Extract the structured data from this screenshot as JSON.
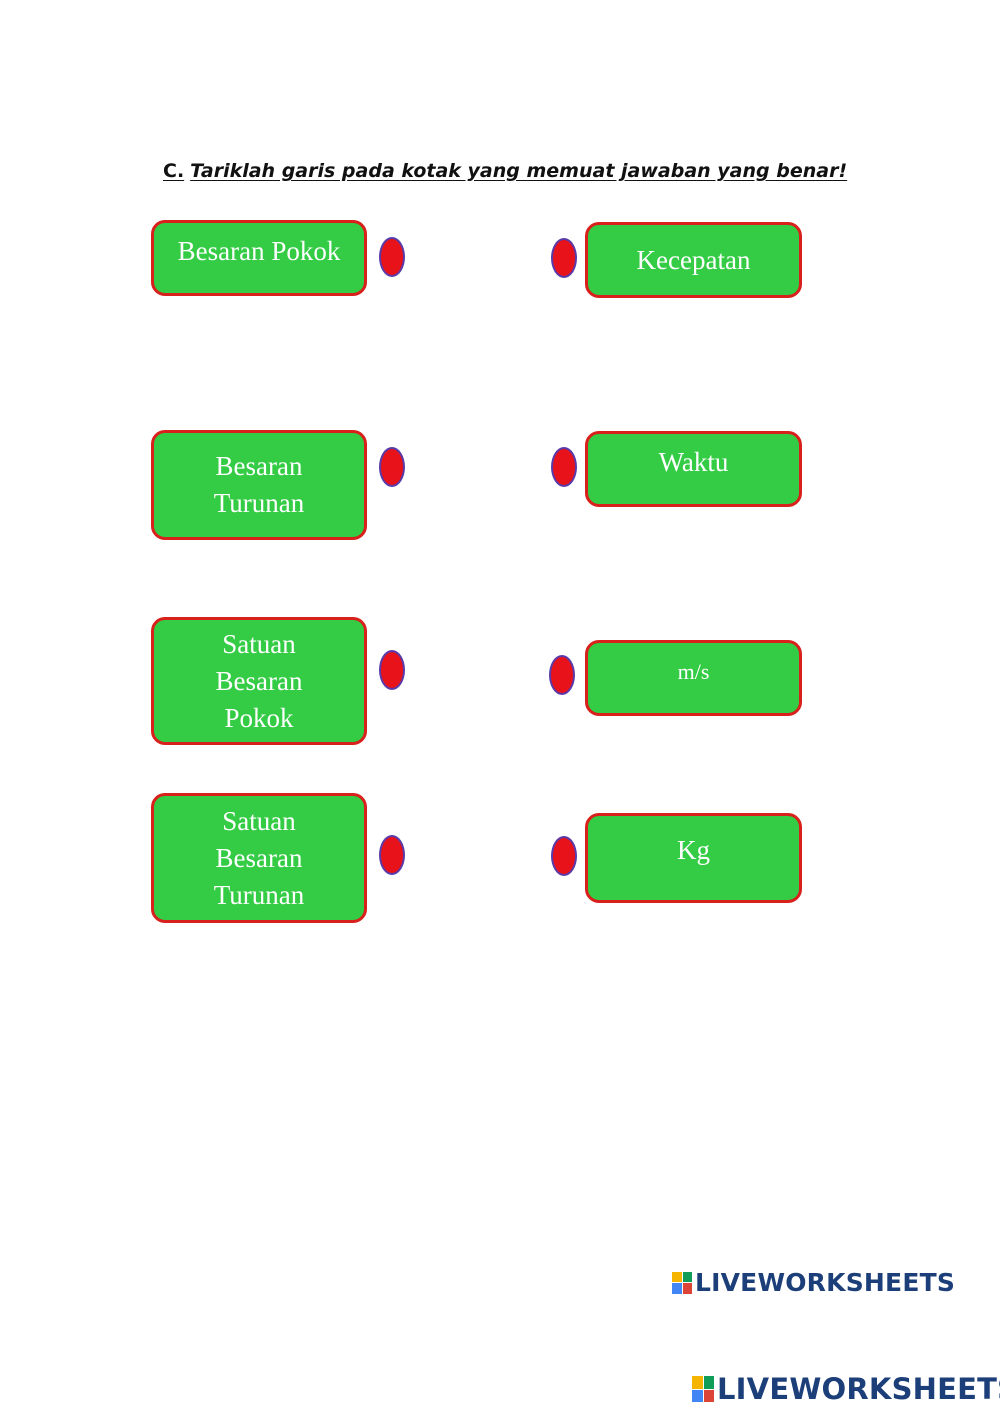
{
  "instruction": {
    "label": "C.",
    "text": "Tariklah garis pada kotak yang memuat jawaban yang benar!"
  },
  "left_items": [
    {
      "text": "Besaran Pokok"
    },
    {
      "text": "Besaran\nTurunan"
    },
    {
      "text": "Satuan\nBesaran\nPokok"
    },
    {
      "text": "Satuan\nBesaran\nTurunan"
    }
  ],
  "right_items": [
    {
      "text": "Kecepatan"
    },
    {
      "text": "Waktu"
    },
    {
      "text": "m/s"
    },
    {
      "text": "Kg"
    }
  ],
  "colors": {
    "box_fill": "#33cc44",
    "box_border": "#d8201c",
    "dot_fill": "#e8121a",
    "dot_border": "#5a3aa8",
    "logo": "#1c3f7a"
  },
  "watermarks": [
    {
      "text": "LIVEWORKSHEETS",
      "icon": "liveworksheets-logo-icon"
    },
    {
      "text": "LIVEWORKSHEETS",
      "icon": "liveworksheets-logo-icon"
    }
  ]
}
